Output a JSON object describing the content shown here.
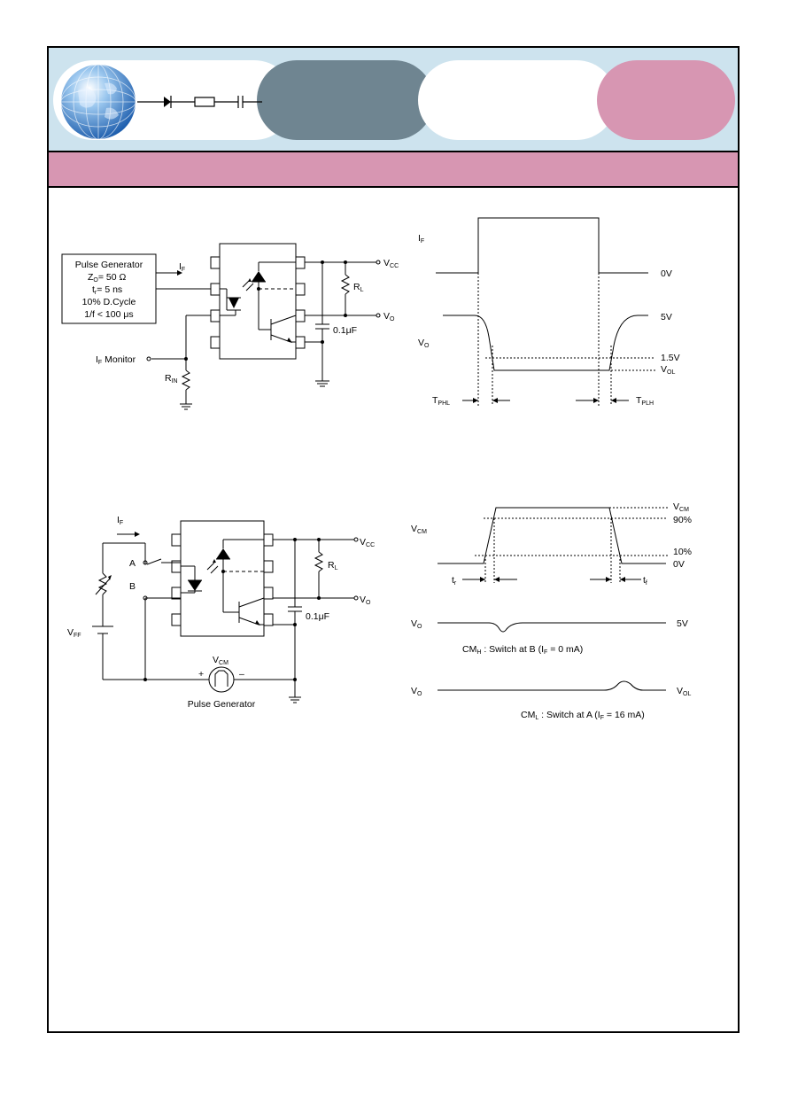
{
  "fig_switching_circuit": {
    "generator_title": "Pulse Generator",
    "generator_lines": [
      "Z",
      "= 50 Ω",
      "t",
      "= 5 ns",
      "10% D.Cycle",
      "1/f < 100 μs"
    ],
    "generator_sub": [
      "O",
      "r"
    ],
    "if_label": "I",
    "if_sub": "F",
    "vcc": "V",
    "vcc_sub": "CC",
    "vo": "V",
    "vo_sub": "O",
    "rl": "R",
    "rl_sub": "L",
    "cap": "0.1μF",
    "monitor": "I",
    "monitor_sub": "F",
    "monitor_text": " Monitor",
    "rin": "R",
    "rin_sub": "IN"
  },
  "fig_switching_waveform": {
    "if": "I",
    "if_sub": "F",
    "zero": "0V",
    "vo": "V",
    "vo_sub": "O",
    "five": "5V",
    "thresh": "1.5V",
    "vol": "V",
    "vol_sub": "OL",
    "tphl": "T",
    "tphl_sub": "PHL",
    "tplh": "T",
    "tplh_sub": "PLH"
  },
  "fig_cm_circuit": {
    "if": "I",
    "if_sub": "F",
    "a": "A",
    "b": "B",
    "vff": "V",
    "vff_sub": "FF",
    "vcc": "V",
    "vcc_sub": "CC",
    "vo": "V",
    "vo_sub": "O",
    "rl": "R",
    "rl_sub": "L",
    "cap": "0.1μF",
    "vcm": "V",
    "vcm_sub": "CM",
    "plus": "+",
    "minus": "–",
    "generator": "Pulse Generator"
  },
  "fig_cm_waveform": {
    "vcm_top": "V",
    "vcm_top_sub": "CM",
    "p90": "90%",
    "p10": "10%",
    "zero": "0V",
    "vcm": "V",
    "vcm_sub": "CM",
    "tr": "t",
    "tr_sub": "r",
    "tf": "t",
    "tf_sub": "f",
    "vo1": "V",
    "vo1_sub": "O",
    "five": "5V",
    "cmh": "CM",
    "cmh_sub": "H",
    "cmh_text": " : Switch at B (I",
    "cmh_sub2": "F",
    "cmh_end": " = 0 mA)",
    "vo2": "V",
    "vo2_sub": "O",
    "vol": "V",
    "vol_sub": "OL",
    "cml": "CM",
    "cml_sub": "L",
    "cml_text": " : Switch at A (I",
    "cml_sub2": "F",
    "cml_end": " = 16 mA)"
  },
  "colors": {
    "header_bg": "#cde3ee",
    "slate": "#6f8591",
    "pink": "#d796b2",
    "globe": "#4a8fd1"
  }
}
